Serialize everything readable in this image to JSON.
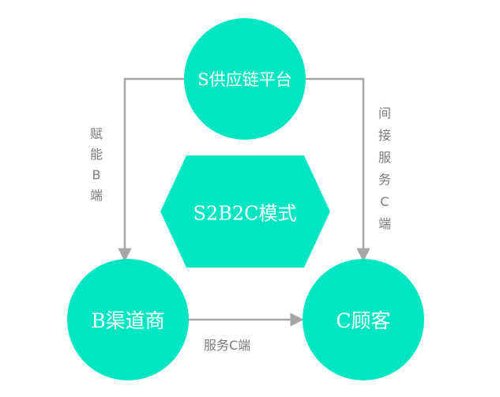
{
  "colors": {
    "node_fill": "#00E6C3",
    "connector": "#A6A6A6",
    "node_text": "#FFFFFF",
    "edge_text": "#7A7A7A"
  },
  "nodes": {
    "platform": "S供应链平台",
    "model": "S2B2C模式",
    "b_channel": "B渠道商",
    "c_customer": "C顾客"
  },
  "edges": {
    "platform_to_b": "赋能B端",
    "platform_to_c": "间接服务C端",
    "b_to_c": "服务C端"
  }
}
